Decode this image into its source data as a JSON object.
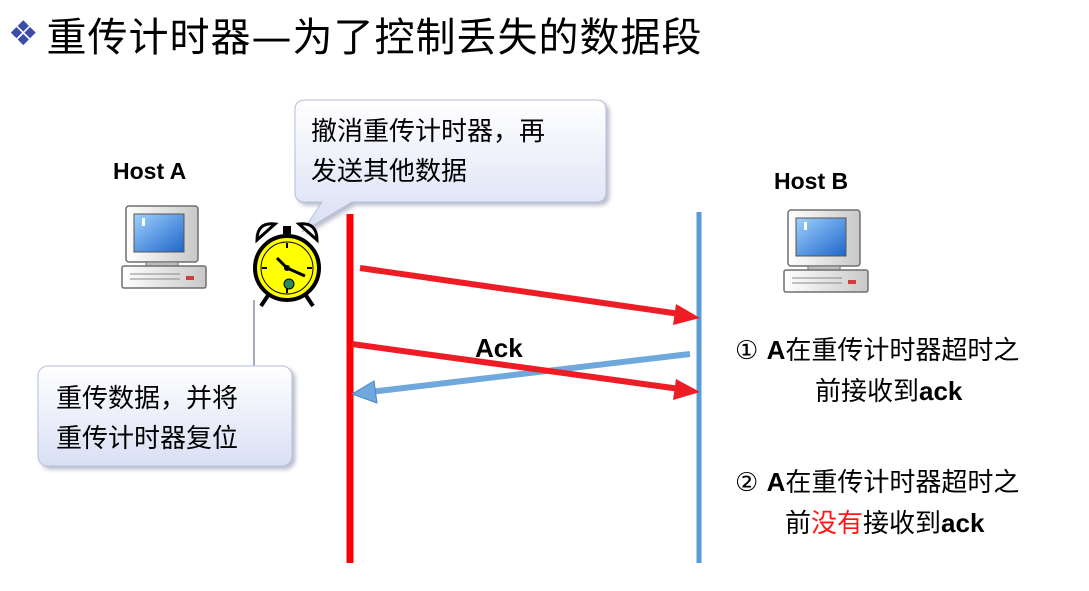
{
  "title": {
    "bullet": "❖",
    "text": "重传计时器—为了控制丢失的数据段"
  },
  "host_a": {
    "label": "Host A"
  },
  "host_b": {
    "label": "Host B"
  },
  "callout_top": {
    "line1": "撤消重传计时器，再",
    "line2": "发送其他数据"
  },
  "callout_bottom": {
    "line1": "重传数据，并将",
    "line2": "重传计时器复位"
  },
  "ack": {
    "label": "Ack"
  },
  "note1": {
    "num": "①",
    "a": "A",
    "rest": "在重传计时器超时之",
    "line2_pre": "前接收到",
    "ack": "ack"
  },
  "note2": {
    "num": "②",
    "a": "A",
    "rest": "在重传计时器超时之",
    "line2_pre": "前",
    "red": "没有",
    "line2_mid": "接收到",
    "ack": "ack"
  },
  "colors": {
    "host_a_line": "#ff0000",
    "host_b_line": "#5b9bd5",
    "data_arrow": "#ee1c25",
    "ack_arrow": "#6fa8dc",
    "callout_fill": "#e8ecf8",
    "title_bullet": "#3d4ca8",
    "highlight": "#ff1a1a"
  },
  "icons": [
    "diamond-bullet-icon",
    "computer-icon",
    "alarm-clock-icon"
  ]
}
